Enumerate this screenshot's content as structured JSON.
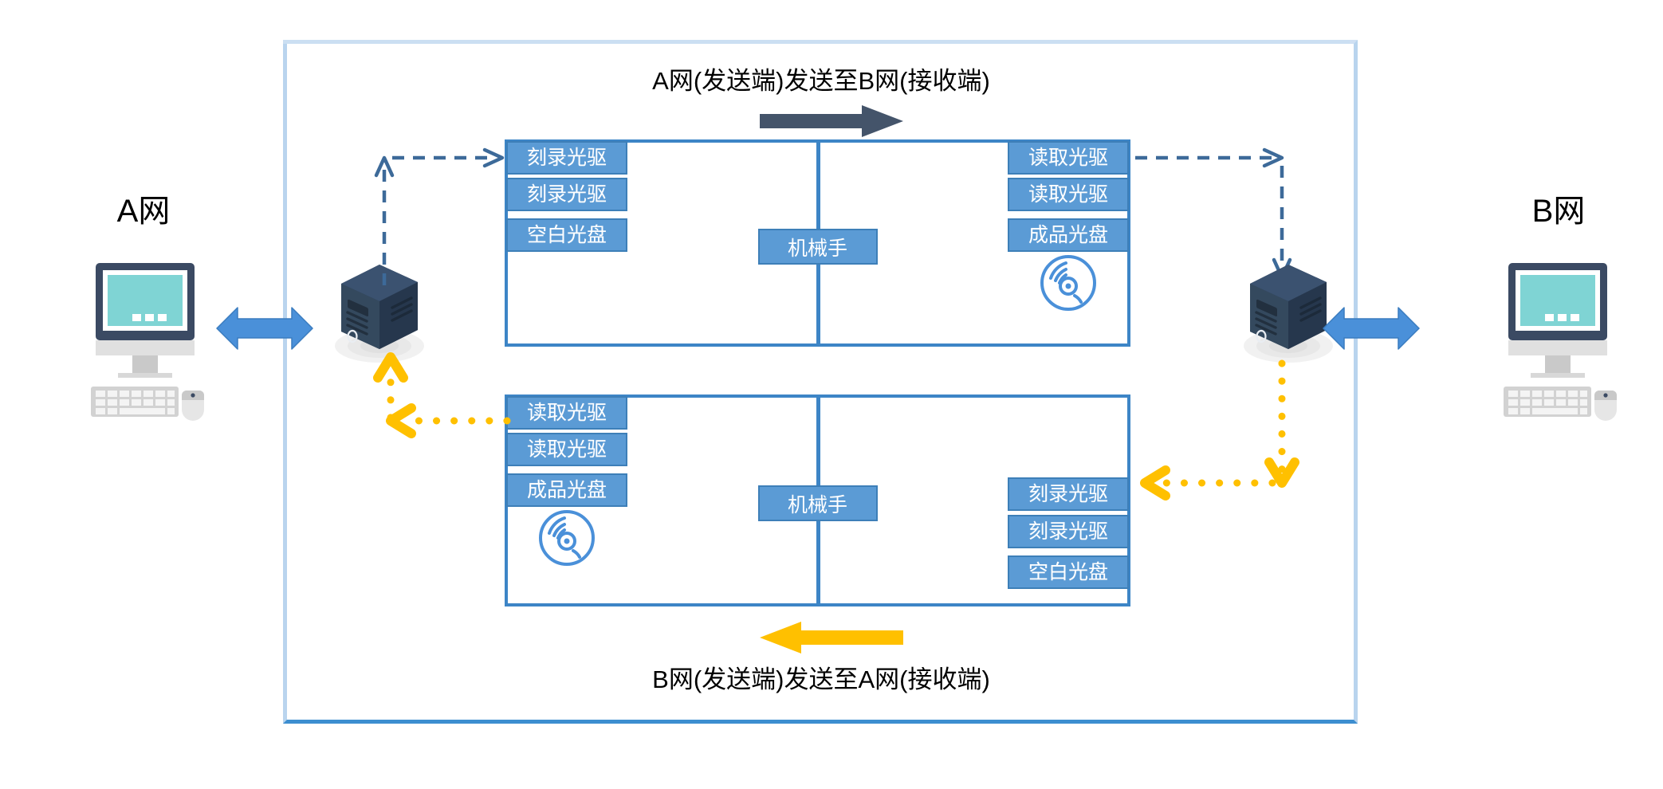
{
  "diagram": {
    "title_top": "A网(发送端)发送至B网(接收端)",
    "title_bottom": "B网(发送端)发送至A网(接收端)",
    "colors": {
      "chip_fill": "#5b9bd5",
      "chip_border": "#3d7fb8",
      "panel_border": "#3d85c6",
      "frame_border": "#3d8ed0",
      "arrow_top": "#44546a",
      "arrow_bottom": "#ffc000",
      "dashed_flow": "#3d6a99",
      "dotted_flow": "#ffc000",
      "link_arrow": "#4a90d9",
      "server_body": "#2e4057",
      "screen": "#7fd4d4"
    }
  },
  "endpoints": {
    "left": {
      "label": "A网",
      "device": "workstation",
      "icon": "desktop-computer-icon"
    },
    "right": {
      "label": "B网",
      "device": "workstation",
      "icon": "desktop-computer-icon"
    }
  },
  "servers": {
    "left": {
      "icon": "server-tower-icon"
    },
    "right": {
      "icon": "server-tower-icon"
    }
  },
  "panels": [
    {
      "id": "panel-top",
      "flow": "A-to-B",
      "robot_label": "机械手",
      "left_bay": {
        "items": [
          {
            "label": "刻录光驱"
          },
          {
            "label": "刻录光驱"
          },
          {
            "label": "空白光盘"
          }
        ],
        "has_disc": false
      },
      "right_bay": {
        "items": [
          {
            "label": "读取光驱"
          },
          {
            "label": "读取光驱"
          },
          {
            "label": "成品光盘"
          }
        ],
        "has_disc": true,
        "disc_icon": "optical-disc-icon"
      }
    },
    {
      "id": "panel-bottom",
      "flow": "B-to-A",
      "robot_label": "机械手",
      "left_bay": {
        "items": [
          {
            "label": "读取光驱"
          },
          {
            "label": "读取光驱"
          },
          {
            "label": "成品光盘"
          }
        ],
        "has_disc": true,
        "disc_icon": "optical-disc-icon"
      },
      "right_bay": {
        "items": [
          {
            "label": "刻录光驱"
          },
          {
            "label": "刻录光驱"
          },
          {
            "label": "空白光盘"
          }
        ],
        "has_disc": false
      }
    }
  ],
  "connectors": {
    "left_link": {
      "style": "bidirectional-arrow",
      "color": "#4a90d9"
    },
    "right_link": {
      "style": "bidirectional-arrow",
      "color": "#4a90d9"
    },
    "top_flow_in": {
      "style": "dashed",
      "color": "#3d6a99"
    },
    "top_flow_out": {
      "style": "dashed",
      "color": "#3d6a99"
    },
    "bottom_flow_out": {
      "style": "dotted",
      "color": "#ffc000"
    },
    "bottom_flow_in": {
      "style": "dotted",
      "color": "#ffc000"
    }
  }
}
